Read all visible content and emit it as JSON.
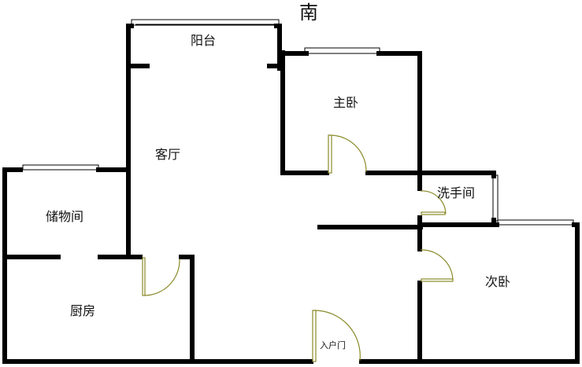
{
  "floor_plan": {
    "orientation_label": "南",
    "rooms": {
      "balcony": "阳台",
      "living_room": "客厅",
      "master_bedroom": "主卧",
      "bathroom": "洗手间",
      "storage": "储物间",
      "kitchen": "厨房",
      "second_bedroom": "次卧",
      "entrance_door": "入户门"
    },
    "colors": {
      "wall": "#000000",
      "door_line": "#8a8a2a",
      "background": "#ffffff"
    }
  }
}
